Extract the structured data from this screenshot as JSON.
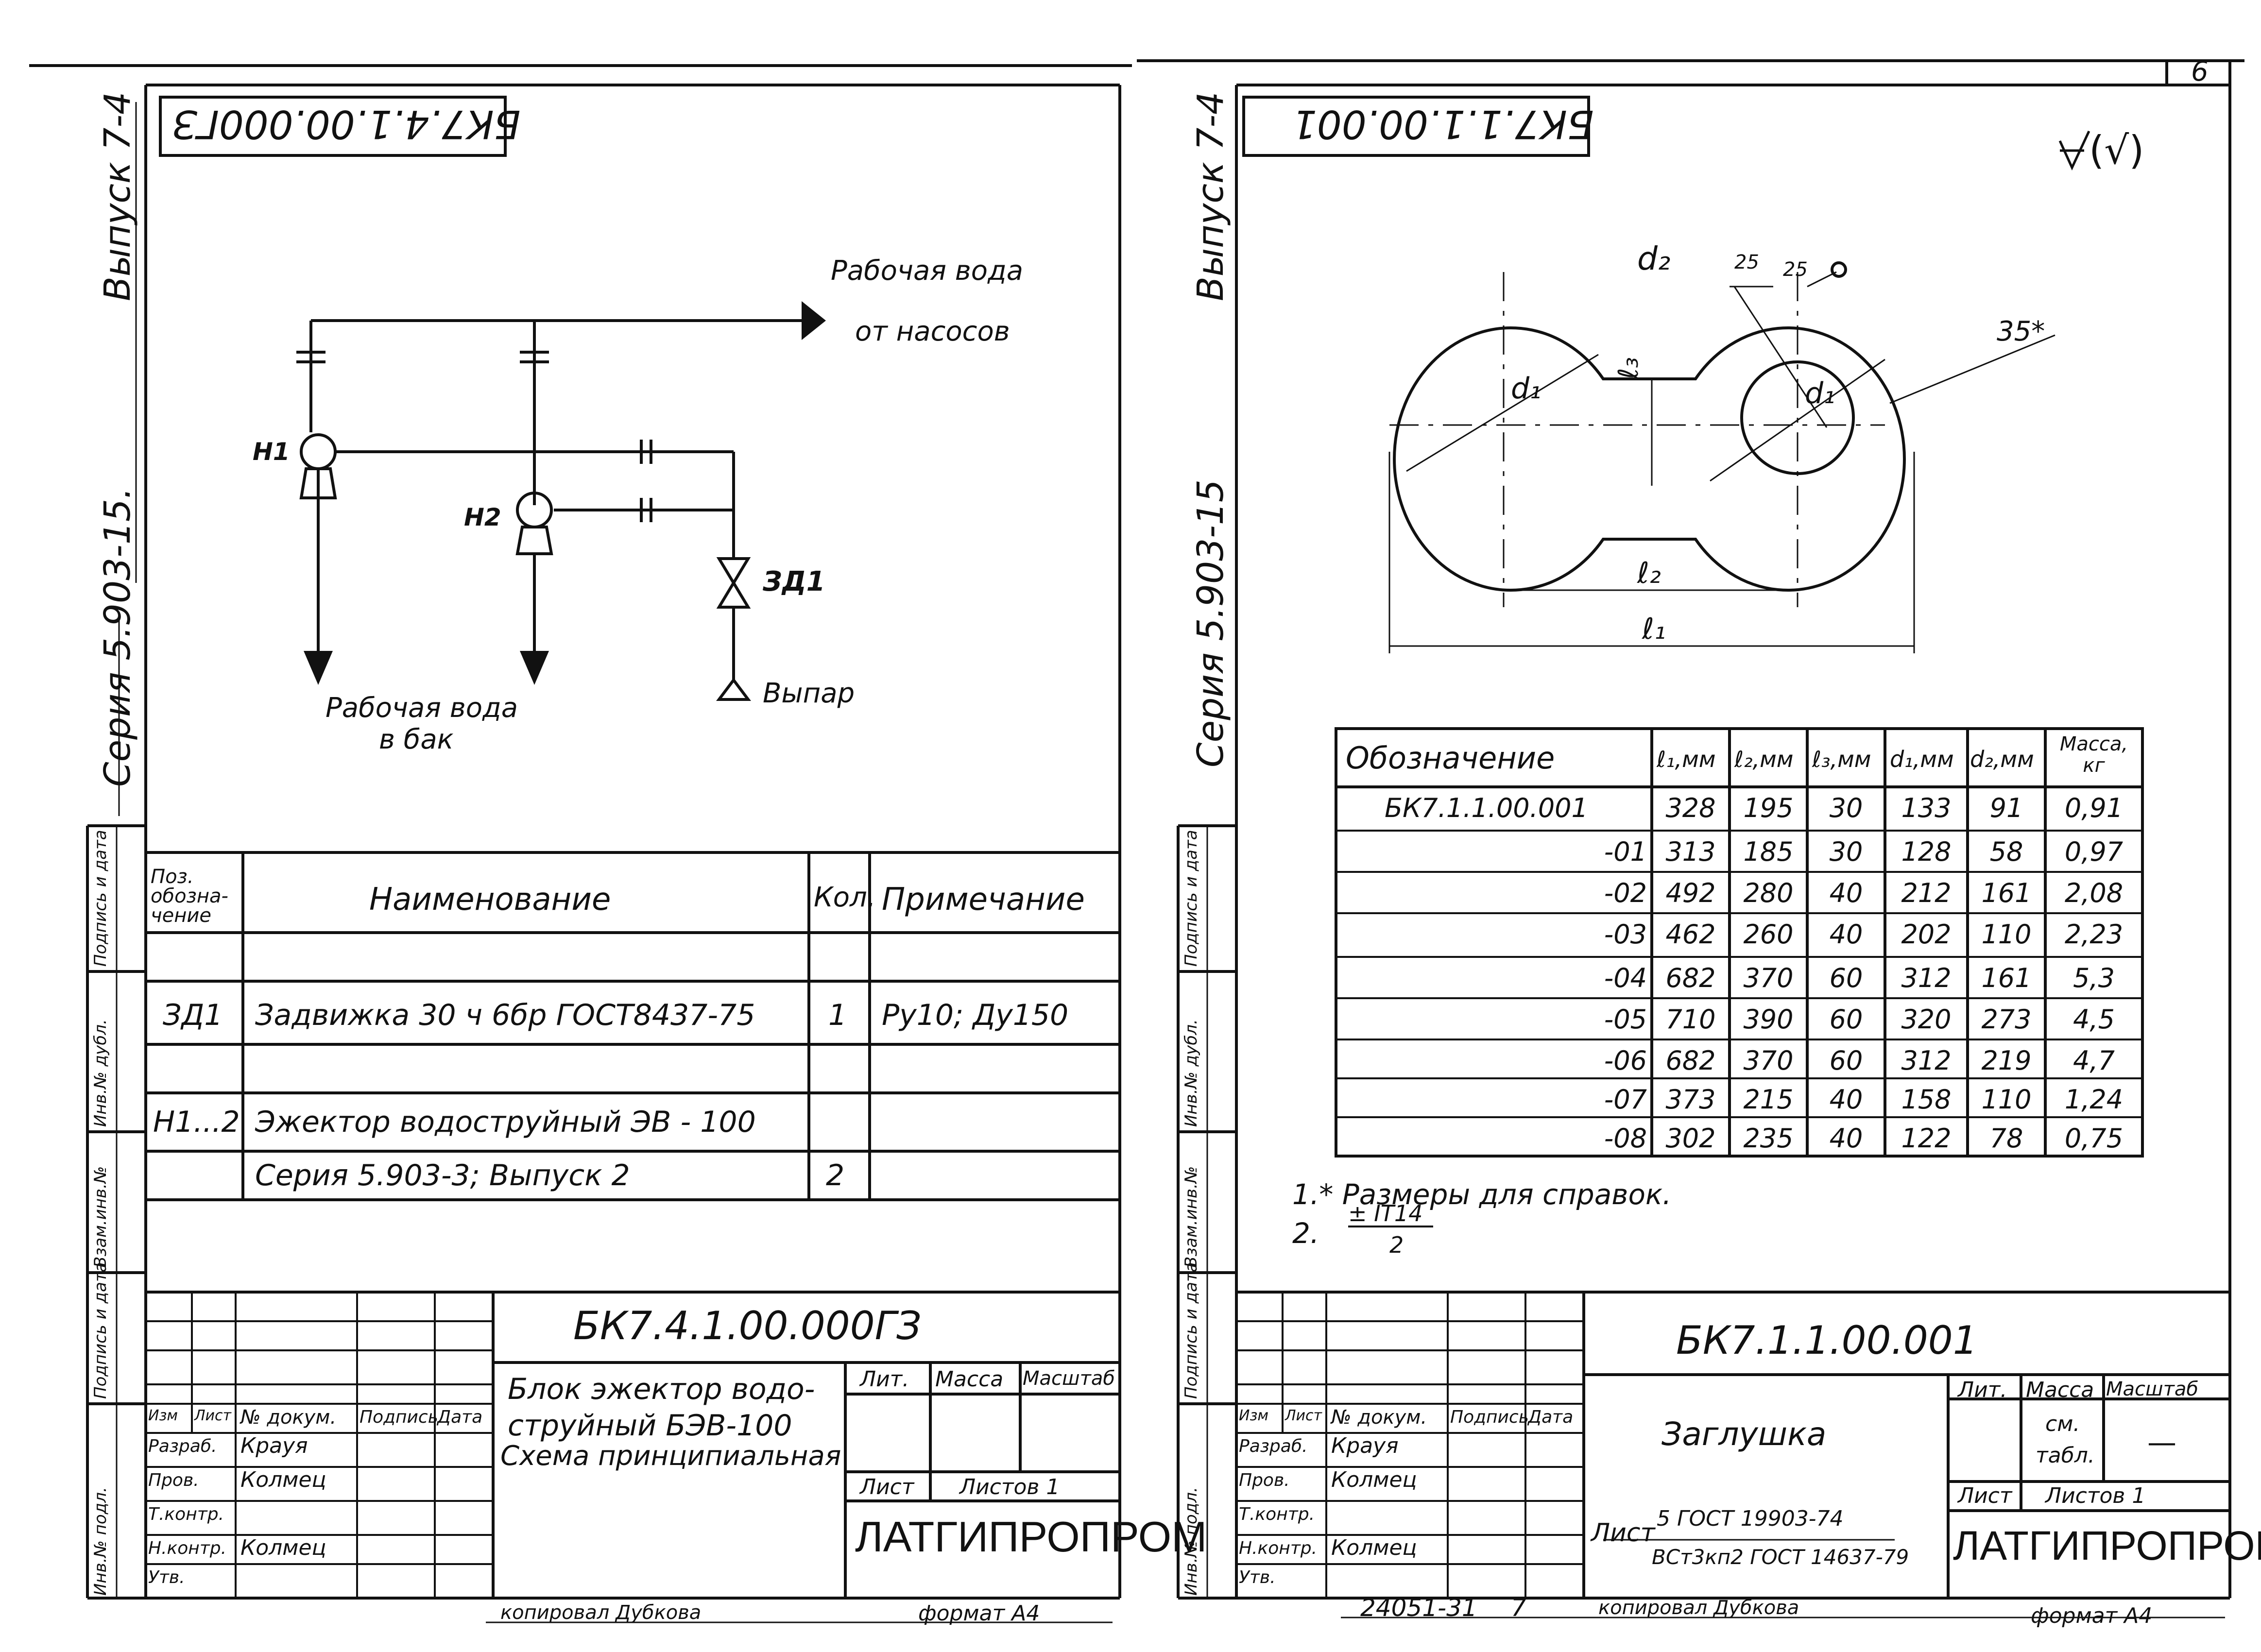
{
  "page_number": "6",
  "left": {
    "series": "Серия 5.903-15.",
    "issue": "Выпуск 7-4",
    "stamp_code": "БК7.4.1.00.000ГЗ",
    "scheme": {
      "water_from_pumps": [
        "Рабочая вода",
        "от насосов"
      ],
      "water_to_tank": [
        "Рабочая вода",
        "в бак"
      ],
      "outlet": "Выпар",
      "h1": "Н1",
      "h2": "Н2",
      "valve": "ЗД1"
    },
    "spec": {
      "headers": [
        "Поз. обозна-чение",
        "Наименование",
        "Кол.",
        "Примечание"
      ],
      "rows": [
        {
          "pos": "ЗД1",
          "name": "Задвижка 30 ч 6бр ГОСТ8437-75",
          "qty": "1",
          "note": "Ру10; Ду150"
        },
        {
          "pos": "Н1...2",
          "name": "Эжектор водоструйный ЭВ - 100",
          "qty": "",
          "note": ""
        },
        {
          "pos": "",
          "name": "Серия 5.903-3;  Выпуск 2",
          "qty": "2",
          "note": ""
        }
      ]
    },
    "title_block": {
      "code": "БК7.4.1.00.000ГЗ",
      "name": [
        "Блок эжектор водо-",
        "струйный БЭВ-100",
        "Схема принципиальная"
      ],
      "col_headers": [
        "Изм",
        "Лист",
        "№ докум.",
        "Подпись",
        "Дата"
      ],
      "roles": [
        "Разраб.",
        "Пров.",
        "Т.контр.",
        "Н.контр.",
        "Утв."
      ],
      "names": [
        "Крауя",
        "Колмец",
        "",
        "Колмец"
      ],
      "lit": "Лит.",
      "mass": "Масса",
      "scale": "Масштаб",
      "sheet": "Лист",
      "sheets": "Листов 1",
      "org": "ЛАТГИПРОПРОМ"
    },
    "side_labels": [
      "Инв.№ подл.",
      "Подпись и дата",
      "Взам.инв.№",
      "Инв.№ дубл.",
      "Подпись и дата"
    ],
    "copied": "копировал  Дубкова",
    "format": "формат А4"
  },
  "right": {
    "series": "Серия 5.903-15",
    "issue": "Выпуск 7-4",
    "stamp_code": "БК7.1.1.00.001",
    "roughness": "(√)",
    "drawing": {
      "d2": "d₂",
      "d1": "d₁",
      "l3": "ℓ₃",
      "l2": "ℓ₂",
      "l1": "ℓ₁",
      "r25a": "25",
      "r25b": "25",
      "s35": "35*"
    },
    "table": {
      "headers": [
        "Обозначение",
        "ℓ₁,мм",
        "ℓ₂,мм",
        "ℓ₃,мм",
        "d₁,мм",
        "d₂,мм",
        "Масса, кг"
      ],
      "rows": [
        [
          "БК7.1.1.00.001",
          "328",
          "195",
          "30",
          "133",
          "91",
          "0,91"
        ],
        [
          "-01",
          "313",
          "185",
          "30",
          "128",
          "58",
          "0,97"
        ],
        [
          "-02",
          "492",
          "280",
          "40",
          "212",
          "161",
          "2,08"
        ],
        [
          "-03",
          "462",
          "260",
          "40",
          "202",
          "110",
          "2,23"
        ],
        [
          "-04",
          "682",
          "370",
          "60",
          "312",
          "161",
          "5,3"
        ],
        [
          "-05",
          "710",
          "390",
          "60",
          "320",
          "273",
          "4,5"
        ],
        [
          "-06",
          "682",
          "370",
          "60",
          "312",
          "219",
          "4,7"
        ],
        [
          "-07",
          "373",
          "215",
          "40",
          "158",
          "110",
          "1,24"
        ],
        [
          "-08",
          "302",
          "235",
          "40",
          "122",
          "78",
          "0,75"
        ]
      ]
    },
    "notes": [
      "1.* Размеры для справок.",
      "2.",
      "± IT14",
      "2"
    ],
    "title_block": {
      "code": "БК7.1.1.00.001",
      "name": "Заглушка",
      "col_headers": [
        "Изм",
        "Лист",
        "№ докум.",
        "Подпись",
        "Дата"
      ],
      "roles": [
        "Разраб.",
        "Пров.",
        "Т.контр.",
        "Н.контр.",
        "Утв."
      ],
      "names": [
        "Крауя",
        "Колмец",
        "",
        "Колмец"
      ],
      "lit": "Лит.",
      "mass": "Масса",
      "scale": "Масштаб",
      "mass_value": [
        "см.",
        "табл."
      ],
      "scale_value": "—",
      "sheet": "Лист",
      "sheets": "Листов 1",
      "material_label": "Лист",
      "material": [
        "5 ГОСТ 19903-74",
        "ВСт3кп2 ГОСТ 14637-79"
      ],
      "org": "ЛАТГИПРОПРОМ"
    },
    "side_labels": [
      "Инв.№ подл.",
      "Подпись и дата",
      "Взам.инв.№",
      "Инв.№ дубл.",
      "Подпись и дата"
    ],
    "bottom_number": "24051-31",
    "bottom_page": "7",
    "copied": "копировал  Дубкова",
    "format": "формат А4"
  }
}
